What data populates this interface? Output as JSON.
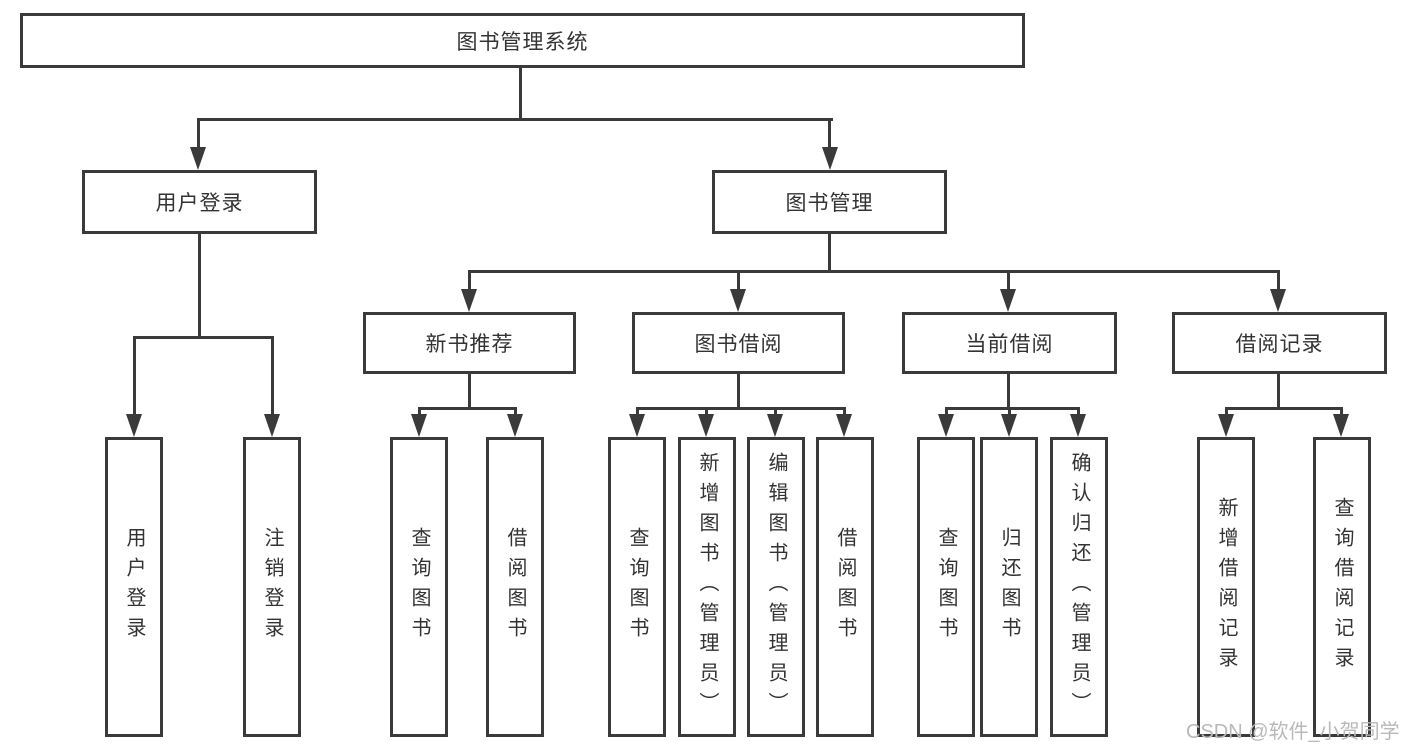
{
  "watermark": "CSDN @软件_小贺同学",
  "colors": {
    "line": "#3a3a3a",
    "border": "#3a3a3a",
    "text": "#333333",
    "background": "#ffffff",
    "watermark": "#b9b9b9"
  },
  "tree": {
    "root": "图书管理系统",
    "children": [
      {
        "label": "用户登录",
        "children": [
          "用户登录",
          "注销登录"
        ]
      },
      {
        "label": "图书管理",
        "children": [
          {
            "label": "新书推荐",
            "children": [
              "查询图书",
              "借阅图书"
            ]
          },
          {
            "label": "图书借阅",
            "children": [
              "查询图书",
              "新增图书（管理员）",
              "编辑图书（管理员）",
              "借阅图书"
            ]
          },
          {
            "label": "当前借阅",
            "children": [
              "查询图书",
              "归还图书",
              "确认归还（管理员）"
            ]
          },
          {
            "label": "借阅记录",
            "children": [
              "新增借阅记录",
              "查询借阅记录"
            ]
          }
        ]
      }
    ]
  }
}
